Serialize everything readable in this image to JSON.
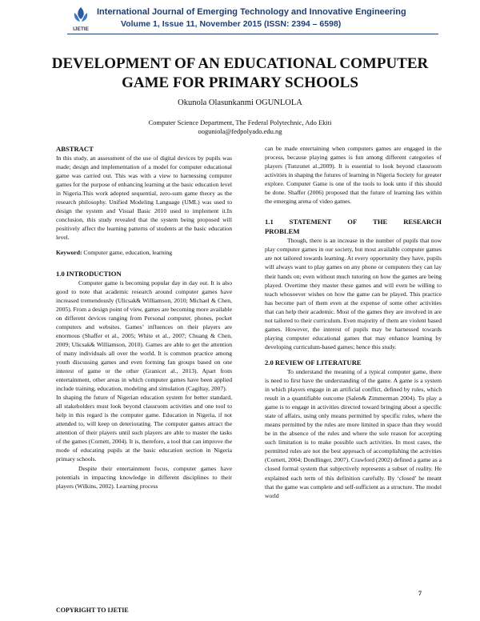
{
  "header": {
    "journal_name": "International Journal of Emerging Technology and Innovative Engineering",
    "volume_line": "Volume 1, Issue 11, November 2015 (ISSN: 2394 – 6598)",
    "logo_text": "IJETIE"
  },
  "title": {
    "line1": "DEVELOPMENT OF AN EDUCATIONAL COMPUTER",
    "line2": "GAME FOR PRIMARY SCHOOLS"
  },
  "author": "Okunola Olasunkanmi OGUNLOLA",
  "affiliation": {
    "dept": "Computer Science Department, The Federal Polytechnic, Ado Ekiti",
    "email": "ooguniola@fedpolyado.edu.ng"
  },
  "left": {
    "abstract_heading": "ABSTRACT",
    "abstract": "In this study, an assessment of the use of digital devices by pupils was made; design and implementation of a model for computer educational game was carried out. This was with a view to harnessing computer games for the purpose of enhancing learning at the basic education level in Nigeria.This work adopted sequential, zero-sum game theory as the research philosophy. Unified Modeling Language (UML) was used to design the system and Visual Basic 2010 used to implement it.In conclusion, this study revealed that the system being proposed will positively affect the learning patterns of students at the basic education level.",
    "keyword_label": "Keyword:",
    "keywords": " Computer game, education, learning",
    "intro_heading": "1.0 INTRODUCTION",
    "intro_p1": "Computer game is becoming popular day in day out. It is also good to note that academic research around computer games have increased tremendously (Ulicsak& Williamson, 2010; Michael & Chen, 2005). From a design point of view, games are becoming more available on different devices ranging from Personal computer, phones, pocket computers and websites. Games’ influences on their players are enormous (Shaffer et al., 2005; White et al., 2007; Chuang & Chen, 2009; Ulicsak& Williamson, 2010). Games are able to get the attention of many individuals all over the world. It is common practice among youth discussing games and even forming fan groups based on one interest of game or the other (Granicet al., 2013). Apart from entertainment, other areas in which computer games have been applied include training, education, modeling and simulation (Cagiltay, 2007).",
    "intro_p2": "In shaping the future of Nigerian education system for better standard, all stakeholders must look beyond classroom activities and one tool to help in this regard is the computer game. Education in Nigeria, if not attended to, will keep on deteriorating. The computer games attract the attention of their players until such players are able to master the tasks of the games (Cornett, 2004). It is, therefore, a tool that can improve the mode of educating pupils at the basic education section in Nigeria primary schools.",
    "intro_p3": "Despite their entertainment focus, computer games have potentials in impacting knowledge in different disciplines to their players (Wilkins, 2002). Learning process"
  },
  "right": {
    "cont_p": "can be made entertaining when computers games are engaged in the process, because playing games is fun among different categories of players (Tunzunet al.,2009). It is essential to look beyond classroom activities in shaping the futures of learning in Nigeria Society for greater explore. Computer Game is one of the tools to look unto if this should be done. Shaffer (2006) proposed that the future of learning lies within the emerging arena of video games.",
    "sec11_num": "1.1",
    "sec11_words": [
      "STATEMENT",
      "OF",
      "THE",
      "RESEARCH"
    ],
    "sec11_line2": "PROBLEM",
    "problem_p": "Though, there is an increase in the number of pupils that now play computer games in our society, but most available computer games are not tailored towards learning. At every opportunity they have, pupils will always want to play games on any phone or computers they can lay their hands on; even without much tutoring on how the games are being played. Overtime they master these games and will even be willing to teach whosoever wishes on how the game can be played. This practice has become part of them even at the expense of some other activities that can help their academic. Most of the games they are involved in are not tailored to their curriculum. Even majority of them are violent based games. However, the interest of pupils may be harnessed towards playing computer educational games that may enhance learning by developing curriculum-based games; hence this study.",
    "review_heading": "2.0 REVIEW OF LITERATURE",
    "review_p": "To understand the meaning of a typical computer game, there is need to first have the understanding of the game. A game is a system in which players engage in an artificial conflict, defined by rules, which result in a quantifiable outcome (Salen& Zimmerman 2004). To play a game is to engage in activities directed toward bringing about a specific state of affairs, using only means permitted by specific rules, where the means permitted by the rules are more limited in space than they would be in the absence of the rules and where the sole reason for accepting such limitation is to make possible such activities. In most cases, the permitted rules are not the best approach of accomplishing the activities (Cornett, 2004; Dondlinger, 2007). Crawford (2002) defined a game as a closed formal system that subjectively represents a subset of reality. He explained each term of this definition carefully. By ‘closed’ he meant that the game was complete and self-sufficient as a structure. The model world"
  },
  "footer": {
    "copyright": "COPYRIGHT TO IJETIE",
    "page_number": "7"
  }
}
